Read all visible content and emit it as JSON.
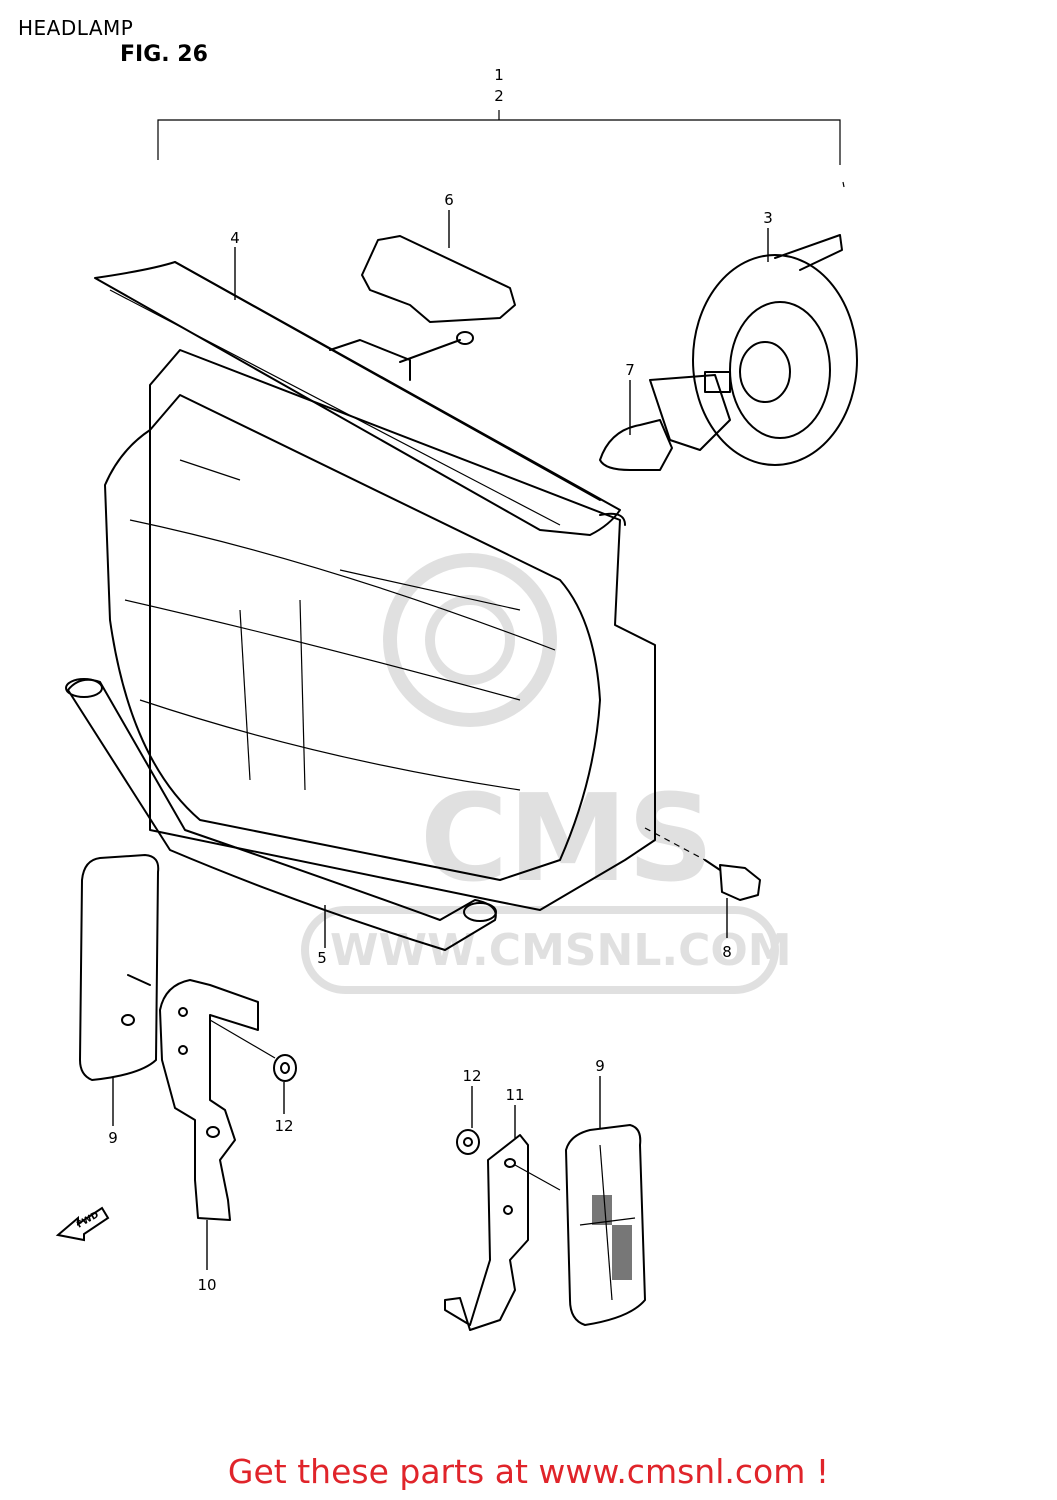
{
  "header": {
    "title": "HEADLAMP",
    "figure": "FIG. 26"
  },
  "callouts": [
    "1",
    "2",
    "3",
    "4",
    "5",
    "6",
    "7",
    "8",
    "9",
    "9",
    "10",
    "11",
    "12",
    "12"
  ],
  "watermark": {
    "brand": "CMS",
    "url": "WWW.CMSNL.COM"
  },
  "fwd_label": "FWD",
  "footer": {
    "link_text": "Get these parts at www.cmsnl.com !",
    "color": "#e0242a"
  },
  "icons": [
    "fwd-arrow-icon",
    "cms-logo-watermark"
  ]
}
